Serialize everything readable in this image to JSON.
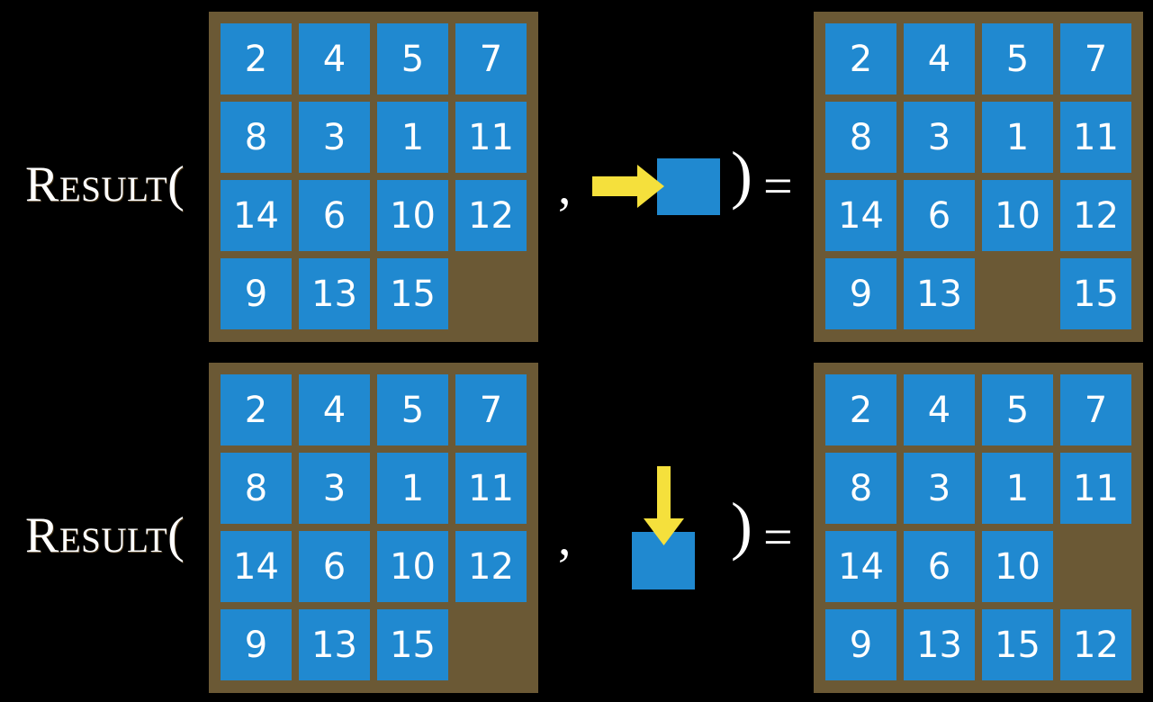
{
  "colors": {
    "background": "#000000",
    "board": "#6b5935",
    "tile": "#2089d0",
    "tile_text": "#ffffff",
    "arrow": "#f5e03c",
    "text": "#ffffff"
  },
  "rows": [
    {
      "label": "Result(",
      "comma": ",",
      "paren_close": ")",
      "equals": "=",
      "move": {
        "direction": "right",
        "arrow_icon": "arrow-right-icon",
        "tile_value": ""
      },
      "input_board": {
        "rows": [
          [
            "2",
            "4",
            "5",
            "7"
          ],
          [
            "8",
            "3",
            "1",
            "11"
          ],
          [
            "14",
            "6",
            "10",
            "12"
          ],
          [
            "9",
            "13",
            "15",
            ""
          ]
        ]
      },
      "output_board": {
        "rows": [
          [
            "2",
            "4",
            "5",
            "7"
          ],
          [
            "8",
            "3",
            "1",
            "11"
          ],
          [
            "14",
            "6",
            "10",
            "12"
          ],
          [
            "9",
            "13",
            "",
            "15"
          ]
        ]
      }
    },
    {
      "label": "Result(",
      "comma": ",",
      "paren_close": ")",
      "equals": "=",
      "move": {
        "direction": "down",
        "arrow_icon": "arrow-down-icon",
        "tile_value": ""
      },
      "input_board": {
        "rows": [
          [
            "2",
            "4",
            "5",
            "7"
          ],
          [
            "8",
            "3",
            "1",
            "11"
          ],
          [
            "14",
            "6",
            "10",
            "12"
          ],
          [
            "9",
            "13",
            "15",
            ""
          ]
        ]
      },
      "output_board": {
        "rows": [
          [
            "2",
            "4",
            "5",
            "7"
          ],
          [
            "8",
            "3",
            "1",
            "11"
          ],
          [
            "14",
            "6",
            "10",
            ""
          ],
          [
            "9",
            "13",
            "15",
            "12"
          ]
        ]
      }
    }
  ]
}
